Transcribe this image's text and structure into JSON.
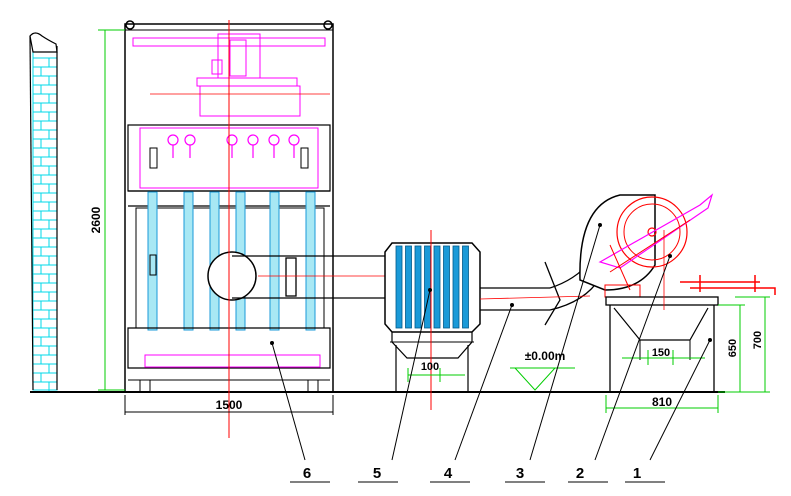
{
  "dimensions": {
    "height_total": "2600",
    "width_main": "1500",
    "width_tower_base": "100",
    "floor_level": "±0.00m",
    "width_pit_inner": "150",
    "width_pit": "810",
    "height_pit": "650",
    "height_pit_total": "700"
  },
  "callouts": [
    "6",
    "5",
    "4",
    "3",
    "2",
    "1"
  ],
  "colors": {
    "frame": "#000000",
    "dimension": "#00cc00",
    "center_line": "#ff0000",
    "equipment": "#ff00ff",
    "filter": "#00c0e0",
    "wall": "#00e0e0"
  }
}
